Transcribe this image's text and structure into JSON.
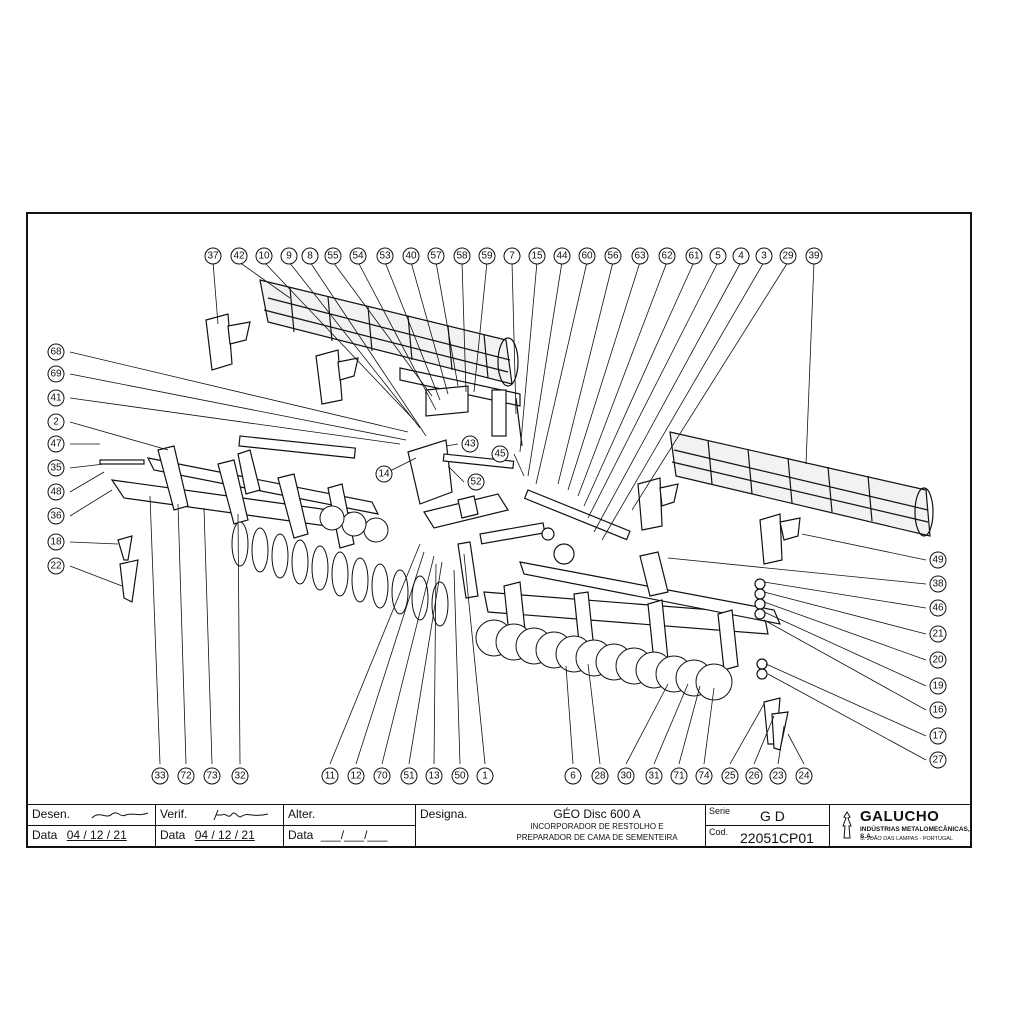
{
  "callouts": [
    "37",
    "42",
    "10",
    "9",
    "8",
    "55",
    "54",
    "53",
    "40",
    "57",
    "58",
    "59",
    "7",
    "15",
    "44",
    "60",
    "56",
    "63",
    "62",
    "61",
    "5",
    "4",
    "3",
    "29",
    "39",
    "68",
    "69",
    "41",
    "2",
    "47",
    "35",
    "48",
    "36",
    "18",
    "22",
    "14",
    "43",
    "52",
    "45",
    "49",
    "38",
    "46",
    "21",
    "20",
    "19",
    "16",
    "17",
    "27",
    "33",
    "72",
    "73",
    "32",
    "11",
    "12",
    "70",
    "51",
    "13",
    "50",
    "1",
    "6",
    "28",
    "30",
    "31",
    "71",
    "74",
    "25",
    "26",
    "23",
    "24"
  ],
  "title_block": {
    "desen_label": "Desen.",
    "verif_label": "Verif.",
    "alter_label": "Alter.",
    "data_label": "Data",
    "desen_date": "04 / 12 / 21",
    "verif_date": "04 / 12 / 21",
    "alter_date": "___/___/___",
    "designa_label": "Designa.",
    "product_name": "GÉO Disc 600 A",
    "desc_line1": "INCORPORADOR DE RESTOLHO E",
    "desc_line2": "PREPARADOR DE CAMA DE SEMENTEIRA",
    "serie_label": "Serie",
    "serie_value": "G D",
    "cod_label": "Cod.",
    "cod_value": "22051CP01",
    "company_name": "GALUCHO",
    "company_sub": "INDÚSTRIAS METALOMECÂNICAS, S.A.",
    "company_addr": "S. JOÃO DAS LAMPAS  -  PORTUGAL"
  }
}
